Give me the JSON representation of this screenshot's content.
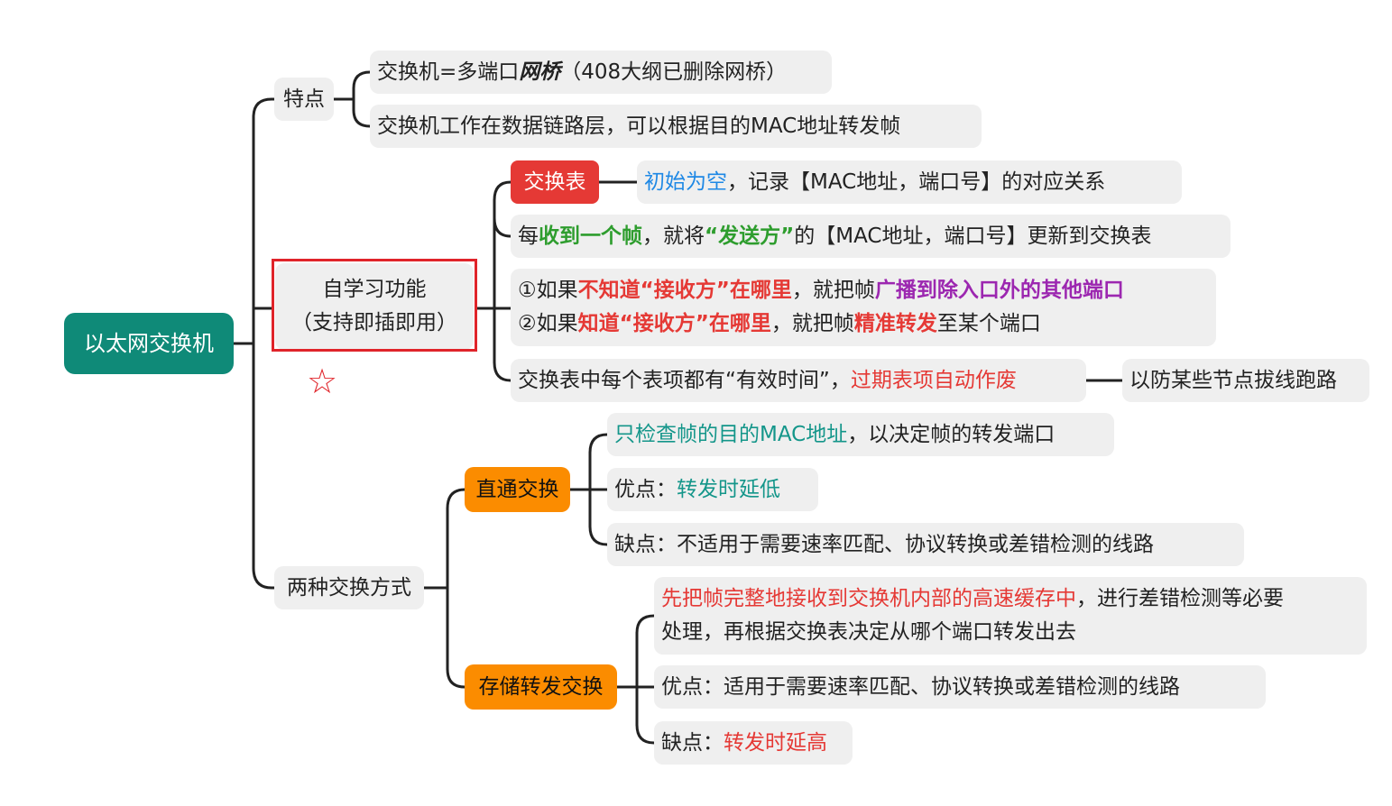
{
  "root": {
    "label": "以太网交换机"
  },
  "features": {
    "label": "特点",
    "item1": {
      "a": "交换机=多端口",
      "b": "网桥",
      "c": "（408大纲已删除网桥）"
    },
    "item2": "交换机工作在数据链路层，可以根据目的MAC地址转发帧"
  },
  "self_learning": {
    "line1": "自学习功能",
    "line2": "（支持即插即用）",
    "star": "☆",
    "table_tag": "交换表",
    "table_desc": {
      "a": "初始为空",
      "b": "，记录【MAC地址，端口号】的对应关系"
    },
    "receive": {
      "a": "每",
      "b": "收到一个帧",
      "c": "，就将",
      "d": "“发送方”",
      "e": "的【MAC地址，端口号】更新到交换表"
    },
    "forward1": {
      "a": "①如果",
      "b": "不知道“接收方”在哪里",
      "c": "，就把帧",
      "d": "广播到除入口外的其他端口"
    },
    "forward2": {
      "a": "②如果",
      "b": "知道“接收方”在哪里",
      "c": "，就把帧",
      "d": "精准转发",
      "e": "至某个端口"
    },
    "expire": {
      "a": "交换表中每个表项都有“有效时间”，",
      "b": "过期表项自动作废"
    },
    "expire_reason": "以防某些节点拔线跑路"
  },
  "switching": {
    "label": "两种交换方式",
    "cut_through": {
      "label": "直通交换",
      "desc": {
        "a": "只检查帧的目的MAC地址",
        "b": "，以决定帧的转发端口"
      },
      "pro": {
        "a": "优点：",
        "b": "转发时延低"
      },
      "con": "缺点：不适用于需要速率匹配、协议转换或差错检测的线路"
    },
    "store_forward": {
      "label": "存储转发交换",
      "desc": {
        "a": "先把帧完整地接收到交换机内部的高速缓存中",
        "b": "，进行差错检测等必要",
        "c": "处理，再根据交换表决定从哪个端口转发出去"
      },
      "pro": "优点：适用于需要速率匹配、协议转换或差错检测的线路",
      "con": {
        "a": "缺点：",
        "b": "转发时延高"
      }
    }
  },
  "colors": {
    "root": "#0f8a78",
    "red_tag": "#e53935",
    "orange_tag": "#fb8c00",
    "node_bg": "#efefef"
  }
}
